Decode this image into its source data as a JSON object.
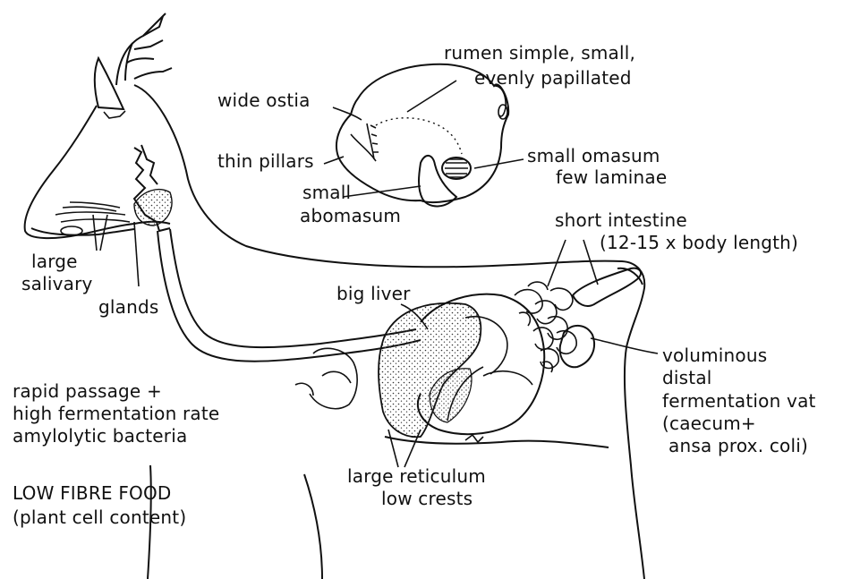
{
  "labels": {
    "rumen": [
      "rumen simple, small,",
      "evenly papillated"
    ],
    "wide_ostia": "wide ostia",
    "thin_pillars": "thin pillars",
    "small_abomasum": [
      "small",
      "abomasum"
    ],
    "small_omasum": [
      "small omasum",
      "few laminae"
    ],
    "short_intestine": [
      "short intestine",
      "(12-15 x body length)"
    ],
    "salivary": [
      "large",
      "salivary",
      "glands"
    ],
    "big_liver": "big liver",
    "fermentation_vat": [
      "voluminous",
      "distal",
      "fermentation vat",
      "(caecum+",
      "ansa prox. coli)"
    ],
    "passage": [
      "rapid passage +",
      "high fermentation rate",
      "amylolytic bacteria"
    ],
    "reticulum": [
      "large reticulum",
      "low crests"
    ],
    "food": [
      "LOW FIBRE FOOD",
      "(plant cell content)"
    ]
  }
}
